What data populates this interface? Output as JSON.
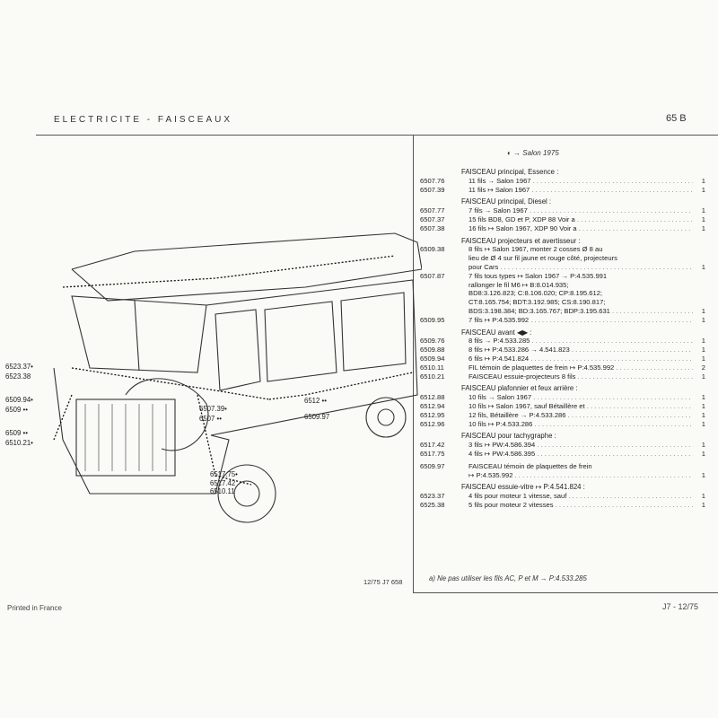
{
  "header": {
    "title": "ELECTRICITE - FAISCEAUX",
    "page_ref": "65 B"
  },
  "salon_note": "Salon 1975",
  "groups": [
    {
      "title": "FAISCEAU principal, Essence :",
      "items": [
        {
          "ref": "6507.76",
          "desc": "11 fils → Salon 1967",
          "qty": "1"
        },
        {
          "ref": "6507.39",
          "desc": "11 fils ↦ Salon 1967",
          "qty": "1"
        }
      ]
    },
    {
      "title": "FAISCEAU principal, Diesel :",
      "items": [
        {
          "ref": "6507.77",
          "desc": "7 fils → Salon 1967",
          "qty": "1"
        },
        {
          "ref": "6507.37",
          "desc": "15 fils BD8, GD et P, XDP 88 Voir a",
          "qty": "1"
        },
        {
          "ref": "6507.38",
          "desc": "16 fils ↦ Salon 1967, XDP 90 Voir a",
          "qty": "1"
        }
      ]
    },
    {
      "title": "FAISCEAU projecteurs et avertisseur :",
      "items": [
        {
          "ref": "6509.38",
          "desc": "8 fils ↦ Salon 1967, monter 2 cosses Ø 8 au",
          "qty": ""
        },
        {
          "ref": "",
          "desc": "lieu de Ø 4 sur fil jaune et rouge côté, projecteurs",
          "qty": ""
        },
        {
          "ref": "",
          "desc": "pour Cars",
          "qty": "1"
        },
        {
          "ref": "6507.87",
          "desc": "7 fils tous types ↦ Salon 1967 → P:4.535.991",
          "qty": ""
        },
        {
          "ref": "",
          "desc": "rallonger le fil M6 ↦ B:8.014.935;",
          "qty": ""
        },
        {
          "ref": "",
          "desc": "BD8:3.126.823; C:8.106.020; CP:8.195.612;",
          "qty": ""
        },
        {
          "ref": "",
          "desc": "CT:8.165.754; BDT:3.192.985; CS:8.190.817;",
          "qty": ""
        },
        {
          "ref": "",
          "desc": "BDS:3.198.384; BD:3.165.767; BDP:3.195.631",
          "qty": "1"
        },
        {
          "ref": "6509.95",
          "desc": "7 fils ↦ P:4.535.992",
          "qty": "1"
        }
      ]
    },
    {
      "title": "FAISCEAU avant ◀▶ :",
      "items": [
        {
          "ref": "6509.76",
          "desc": "8 fils → P:4.533.285",
          "qty": "1"
        },
        {
          "ref": "6509.88",
          "desc": "8 fils ↦ P:4.533.286 → 4.541.823",
          "qty": "1"
        },
        {
          "ref": "6509.94",
          "desc": "6 fils ↦ P:4.541.824",
          "qty": "1"
        },
        {
          "ref": "6510.11",
          "desc": "FIL témoin de plaquettes de frein ↦ P:4.535.992",
          "qty": "2"
        },
        {
          "ref": "6510.21",
          "desc": "FAISCEAU essuie-projecteurs 8 fils",
          "qty": "1"
        }
      ]
    },
    {
      "title": "FAISCEAU plafonnier et feux arrière :",
      "items": [
        {
          "ref": "6512.88",
          "desc": "10 fils → Salon 1967",
          "qty": "1"
        },
        {
          "ref": "6512.94",
          "desc": "10 fils ↦ Salon 1967, sauf Bétaillère et",
          "qty": "1"
        },
        {
          "ref": "6512.95",
          "desc": "12 fils, Bétaillère → P:4.533.286",
          "qty": "1"
        },
        {
          "ref": "6512.96",
          "desc": "10 fils ↦ P:4.533.286",
          "qty": "1"
        }
      ]
    },
    {
      "title": "FAISCEAU pour tachygraphe :",
      "items": [
        {
          "ref": "6517.42",
          "desc": "3 fils ↦ PW:4.586.394",
          "qty": "1"
        },
        {
          "ref": "6517.75",
          "desc": "4 fils ↦ PW:4.586.395",
          "qty": "1"
        }
      ]
    },
    {
      "title": "",
      "items": [
        {
          "ref": "6509.97",
          "desc": "FAISCEAU témoin de plaquettes de frein",
          "qty": ""
        },
        {
          "ref": "",
          "desc": "↦ P:4.535.992",
          "qty": "1"
        }
      ]
    },
    {
      "title": "FAISCEAU essuie-vitre ↦ P:4.541.824 :",
      "items": [
        {
          "ref": "6523.37",
          "desc": "4 fils pour moteur 1 vitesse, sauf",
          "qty": "1"
        },
        {
          "ref": "6525.38",
          "desc": "5 fils pour moteur 2 vitesses",
          "qty": "1"
        }
      ]
    }
  ],
  "footnote": "a) Ne pas utiliser les fils AC, P et M → P:4.533.285",
  "callouts": {
    "c1": "6523.37•",
    "c2": "6523.38",
    "c3": "6509.94•",
    "c4": "6509 ••",
    "c5": "6509 ••",
    "c6": "6510.21•",
    "c7": "6507.39•",
    "c8": "6507 ••",
    "c9": "6512 ••",
    "c10": "6509.97",
    "c11": "6517.75•",
    "c12": "6517.42",
    "c13": "6510.11"
  },
  "drawing_ref": "12/75  J7 658",
  "printed": "Printed in France",
  "page_footer": "J7 - 12/75"
}
